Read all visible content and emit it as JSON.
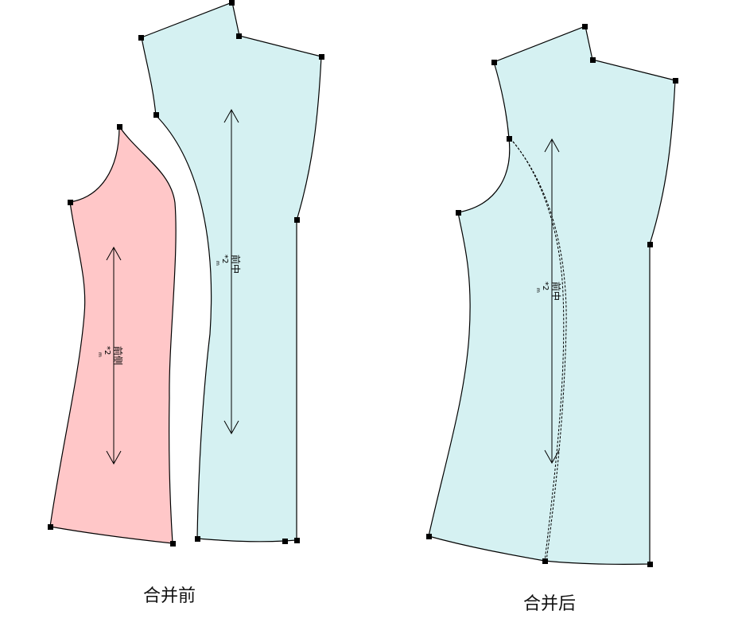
{
  "captions": {
    "before": "合并前",
    "after": "合并后"
  },
  "pieces": {
    "side": {
      "name": "前侧",
      "grain_text": "*2",
      "unit_text": "m"
    },
    "front_before": {
      "name": "前中",
      "grain_text": "*2",
      "unit_text": "m"
    },
    "front_after": {
      "name": "前中",
      "grain_text": "*2",
      "unit_text": "m"
    }
  },
  "colors": {
    "side_fill": "#ffc7c8",
    "front_fill": "#d5f1f2",
    "outline": "#000000",
    "point": "#000000"
  }
}
